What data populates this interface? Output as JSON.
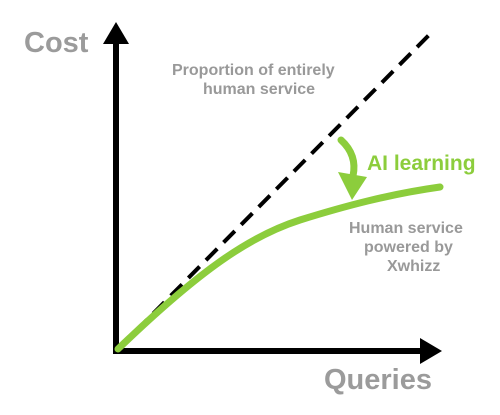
{
  "colors": {
    "axis": "#000000",
    "label_gray": "#9b9b9b",
    "note_gray": "#999999",
    "accent_green": "#8ccd3c",
    "dash": "#000000"
  },
  "axes": {
    "y_label": "Cost",
    "x_label": "Queries"
  },
  "lines": {
    "dashed_caption_line1": "Proportion of entirely",
    "dashed_caption_line2": "human service",
    "curve_caption_line1": "Human service",
    "curve_caption_line2": "powered by",
    "curve_caption_line3": "Xwhizz"
  },
  "arrow_label": "AI learning",
  "icons": {
    "arrow_icon": "curved-arrow-down-icon"
  }
}
